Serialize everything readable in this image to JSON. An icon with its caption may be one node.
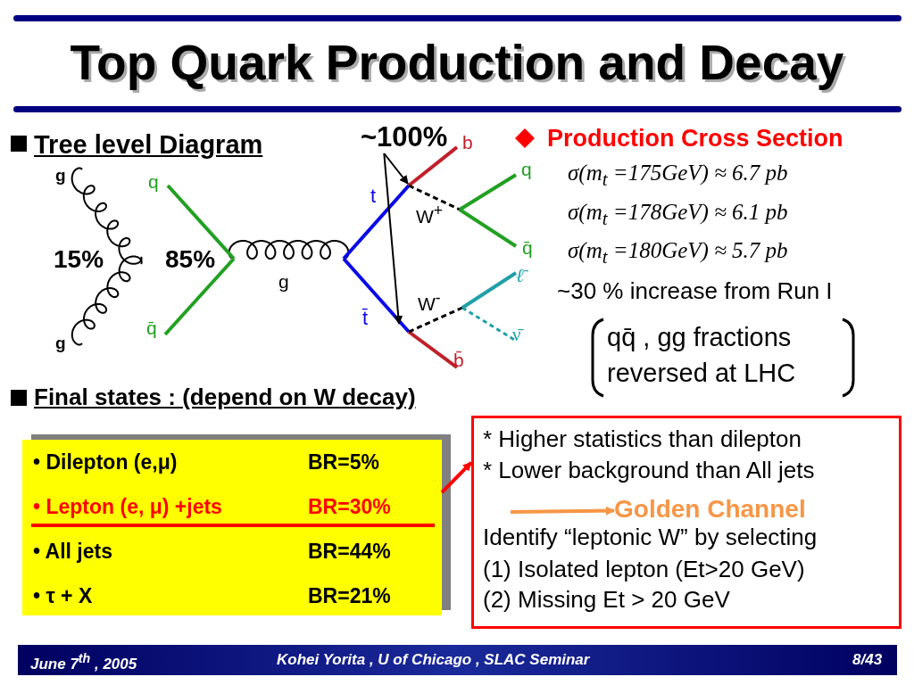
{
  "diagram": {
    "title": "Top Quark Production and Decay",
    "nodes": [
      {
        "text": [
          "• Dilepton (e,μ)",
          "BR=5%",
          "• Lepton (e, μ) +jets",
          "BR=30%",
          "• All jets",
          "BR=44%",
          "• τ + X",
          "BR=21%"
        ]
      },
      {
        "text": [
          "* Higher statistics than dilepton",
          "* Lower background than All jets",
          "Identify “leptonic W” by selecting",
          "(1) Isolated lepton (Et>20 GeV)",
          "(2) Missing Et > 20 GeV"
        ]
      },
      {
        "text": [
          "Golden Channel"
        ],
        "in": 1
      },
      {
        "text": [
          "~100%"
        ]
      }
    ],
    "edges": [
      {
        "from": 0,
        "to": 1,
        "arrow": "to",
        "style": "thick",
        "color": "#ff0000"
      },
      {
        "from": null,
        "to": 2,
        "arrow": "to",
        "style": "thick",
        "color": "#f79646"
      },
      {
        "from": 3,
        "to": null,
        "arrow": "to"
      },
      {
        "from": 3,
        "to": null,
        "arrow": "to"
      }
    ],
    "labels": [
      "Tree level Diagram",
      "g",
      "q",
      "t",
      "b",
      "q",
      "W$^{+}$",
      "15%",
      "85%",
      "g",
      "q̄",
      "W$^{-}$",
      "ℓ$^{-}$",
      "t̄",
      "q̄",
      "ν̄",
      "g",
      "b̄",
      "Production Cross Section",
      "σ(m$_{t}$ =175GeV) ≈ 6.7 pb",
      "σ(m$_{t}$ =178GeV) ≈ 6.1 pb",
      "σ(m$_{t}$ =180GeV) ≈ 5.7 pb",
      "~30 % increase from Run I",
      "qq̄ , gg fractions reversed at LHC",
      "Final states : (depend on W decay)",
      "June 7$^{th}$ , 2005",
      "Kohei Yorita , U of Chicago , SLAC Seminar",
      "8/43"
    ]
  }
}
